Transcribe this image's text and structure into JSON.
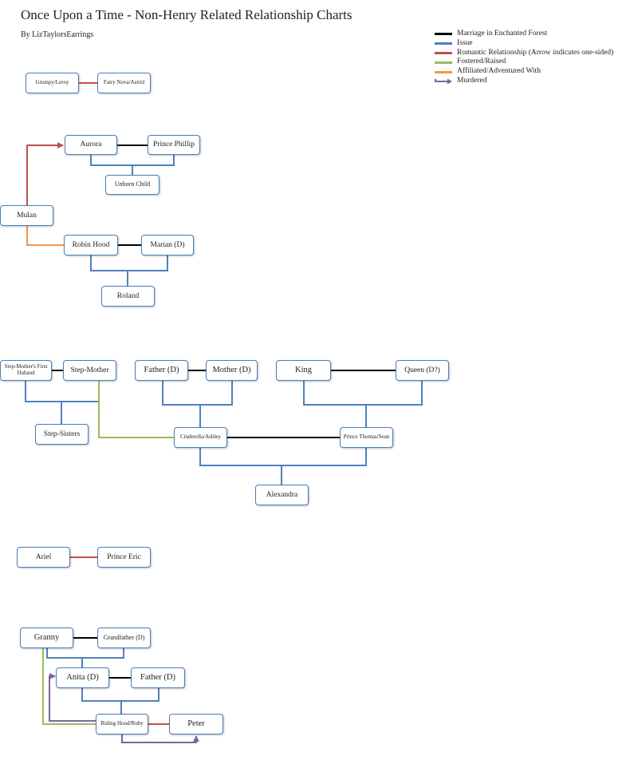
{
  "header": {
    "title": "Once Upon a Time - Non-Henry Related Relationship Charts",
    "byline": "By LizTaylorsEarrings"
  },
  "legend": [
    {
      "label": "Marriage in Enchanted Forest",
      "color": "#000000"
    },
    {
      "label": "Issue",
      "color": "#4f81bd"
    },
    {
      "label": "Romantic Relationship (Arrow indicates one-sided)",
      "color": "#c0504d"
    },
    {
      "label": "Fostered/Raised",
      "color": "#9bbb59"
    },
    {
      "label": "Affiliated/Adventured With",
      "color": "#f79646"
    },
    {
      "label": "Murdered",
      "color": "#8064a2"
    }
  ],
  "nodes": {
    "grumpy": "Grumpy/Leroy",
    "fairy_nova": "Fairy Nova/Astrid",
    "aurora": "Aurora",
    "prince_phillip": "Prince Phillip",
    "unborn_child": "Unborn Child",
    "mulan": "Mulan",
    "robin_hood": "Robin Hood",
    "marian": "Marian (D)",
    "roland": "Roland",
    "stepmother_first_husband": "Step-Mother's First Huband",
    "stepmother": "Step-Mother",
    "father_cinderella": "Father (D)",
    "mother_cinderella": "Mother (D)",
    "king": "King",
    "queen": "Queen (D?)",
    "step_sisters": "Step-Sisters",
    "cinderella": "Cinderella/Ashley",
    "prince_thomas": "Prince Thomas/Sean",
    "alexandra": "Alexandra",
    "ariel": "Ariel",
    "prince_eric": "Prince Eric",
    "granny": "Granny",
    "grandfather": "Grandfather (D)",
    "anita": "Anita (D)",
    "father_ruby": "Father (D)",
    "ruby": "Riding Hood/Ruby",
    "peter": "Peter"
  }
}
